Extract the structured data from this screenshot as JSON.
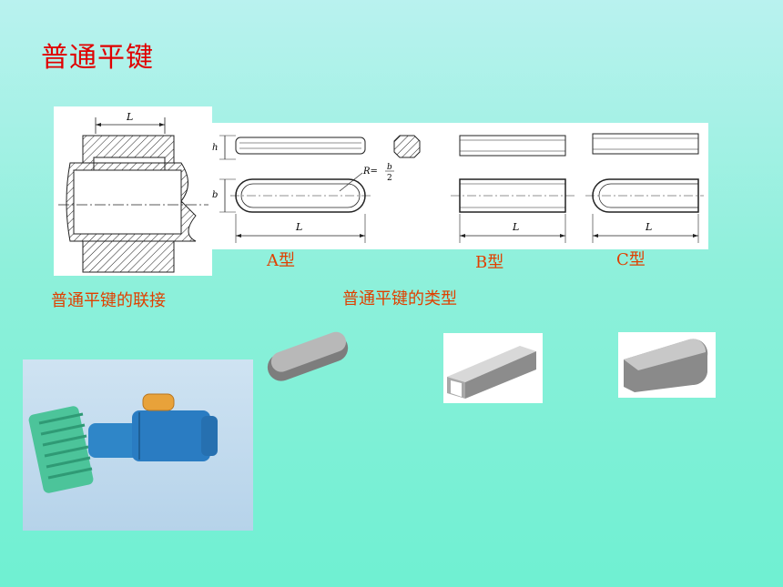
{
  "slide": {
    "title": "普通平键",
    "connection_caption": "普通平键的联接",
    "types_caption": "普通平键的类型",
    "type_labels": [
      "A型",
      "B型",
      "C型"
    ]
  },
  "drawing_labels": {
    "length": "L",
    "height": "h",
    "width": "b",
    "radius_formula": "R=",
    "radius_num": "b",
    "radius_den": "2"
  },
  "colors": {
    "title": "#e00000",
    "caption": "#e04000",
    "background_top": "#b9f2ef",
    "background_bottom": "#6ff0d2"
  }
}
